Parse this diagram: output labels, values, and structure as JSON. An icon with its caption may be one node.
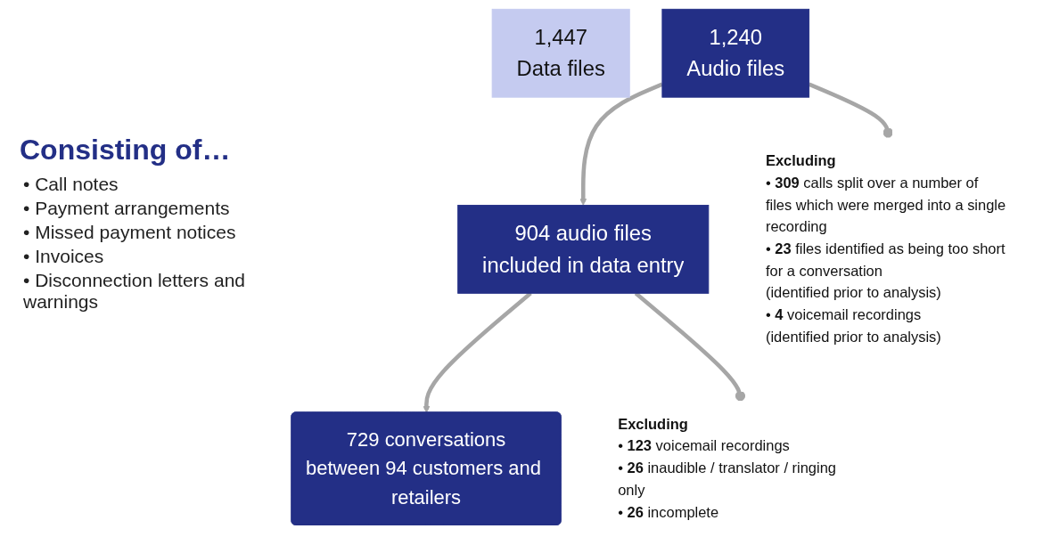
{
  "diagram": {
    "nodes": [
      {
        "text": [
          "1,447",
          "Data files"
        ]
      },
      {
        "text": [
          "1,240",
          "Audio files"
        ]
      },
      {
        "text": [
          "904 audio files",
          "included in data entry"
        ]
      },
      {
        "text": [
          "729 conversations",
          "between 94 customers and retailers"
        ]
      },
      {
        "text": [
          "Excluding",
          "• **309** calls split over a number of files which were merged into a single recording",
          "• **23** files identified as being too short for a conversation",
          "(identified prior to analysis)",
          "• **4** voicemail recordings",
          "(identified prior to analysis)"
        ]
      },
      {
        "text": [
          "Excluding",
          "• **123** voicemail recordings",
          "• **26** inaudible / translator / ringing only",
          "• **26** incomplete"
        ]
      }
    ],
    "edges": [
      {
        "from": 1,
        "to": 2,
        "arrow": "to"
      },
      {
        "from": 1,
        "to": 4,
        "arrow": "other"
      },
      {
        "from": 2,
        "to": 3,
        "arrow": "to"
      },
      {
        "from": 2,
        "to": 5,
        "arrow": "other"
      }
    ],
    "labels": [
      "Consisting of…",
      "• Call notes",
      "• Payment arrangements",
      "• Missed payment notices",
      "• Invoices",
      "• Disconnection letters and warnings"
    ]
  }
}
